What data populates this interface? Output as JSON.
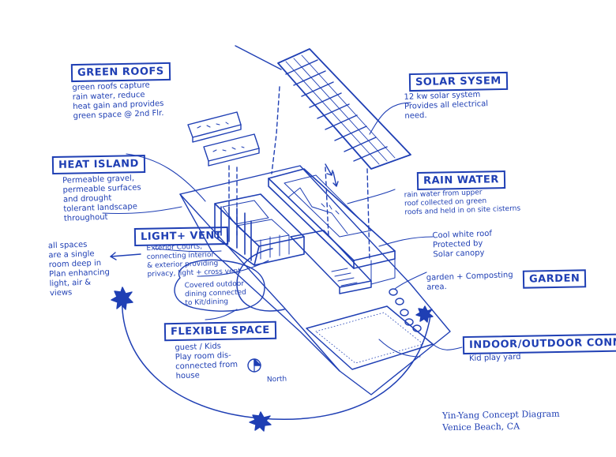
{
  "ink_color": "#1f3fb4",
  "labels": {
    "green_roofs": "GREEN ROOFS",
    "solar_system": "SOLAR SYSEM",
    "heat_island": "HEAT ISLAND",
    "rain_water": "RAIN WATER",
    "light_vent": "LIGHT+ VENT",
    "garden": "GARDEN",
    "flexible_space": "FLEXIBLE SPACE",
    "indoor_outdoor": "INDOOR/OUTDOOR CONNECT"
  },
  "notes": {
    "green_roofs": "green roofs capture\nrain water, reduce\nheat gain and provides\ngreen space @ 2nd Flr.",
    "solar_system": "12 kw solar system\nProvides all electrical\nneed.",
    "heat_island": "Permeable gravel,\npermeable surfaces\nand drought\ntolerant landscape\nthroughout",
    "rain_water": "rain water from upper\nroof collected on green\nroofs and held in on site cisterns",
    "cool_roof": "Cool white roof\nProtected by\nSolar canopy",
    "all_spaces": "all spaces\nare a single\nroom deep in\nPlan enhancing\nlight, air &\nviews",
    "light_vent": "Exterior Courts,\nconnecting interior\n& exterior providing\nprivacy, light + cross vent",
    "covered_outdoor": "Covered outdoor\ndining connected\nto Kit/dining",
    "garden": "garden + Composting\narea.",
    "flexible_space": "guest / Kids\nPlay room dis-\nconnected from\nhouse",
    "north": "North",
    "kid_play": "Kid play yard",
    "caption": "Yin-Yang Concept Diagram\nVenice Beach, CA"
  }
}
